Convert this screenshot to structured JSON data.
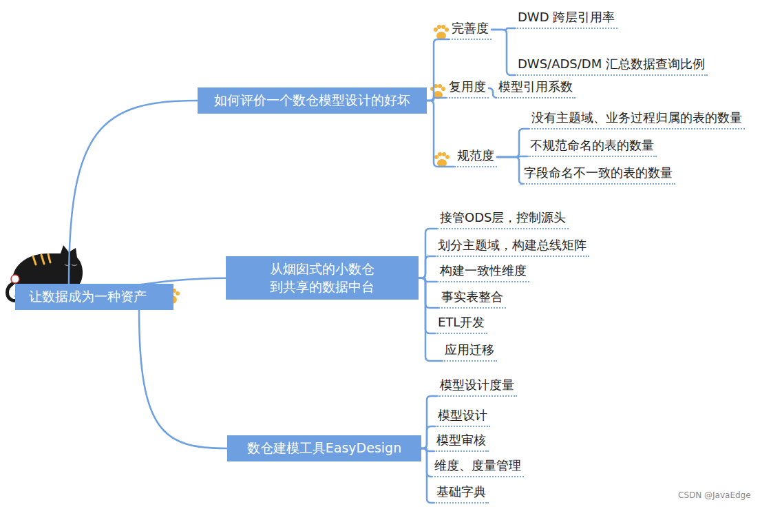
{
  "diagram": {
    "nodes": [
      {
        "text": [
          "让数据成为一种资产"
        ]
      },
      {
        "text": [
          "如何评价一个数仓模型设计的好坏"
        ]
      },
      {
        "text": [
          "完善度"
        ]
      },
      {
        "text": [
          "DWD 跨层引用率"
        ]
      },
      {
        "text": [
          "DWS/ADS/DM 汇总数据查询比例"
        ]
      },
      {
        "text": [
          "复用度"
        ]
      },
      {
        "text": [
          "模型引用系数"
        ]
      },
      {
        "text": [
          "规范度"
        ]
      },
      {
        "text": [
          "没有主题域、业务过程归属的表的数量"
        ]
      },
      {
        "text": [
          "不规范命名的表的数量"
        ]
      },
      {
        "text": [
          "字段命名不一致的表的数量"
        ]
      },
      {
        "text": [
          "从烟囱式的小数仓 到共享的数据中台"
        ]
      },
      {
        "text": [
          "接管ODS层，控制源头"
        ]
      },
      {
        "text": [
          "划分主题域，构建总线矩阵"
        ]
      },
      {
        "text": [
          "构建一致性维度"
        ]
      },
      {
        "text": [
          "事实表整合"
        ]
      },
      {
        "text": [
          "ETL开发"
        ]
      },
      {
        "text": [
          "应用迁移"
        ]
      },
      {
        "text": [
          "数仓建模工具EasyDesign"
        ]
      },
      {
        "text": [
          "模型设计度量"
        ]
      },
      {
        "text": [
          "模型设计"
        ]
      },
      {
        "text": [
          "模型审核"
        ]
      },
      {
        "text": [
          "维度、度量管理"
        ]
      },
      {
        "text": [
          "基础字典"
        ]
      }
    ],
    "edges": [
      {
        "from": 0,
        "to": 1,
        "arrow": "none"
      },
      {
        "from": 0,
        "to": 11,
        "arrow": "none"
      },
      {
        "from": 0,
        "to": 18,
        "arrow": "none"
      },
      {
        "from": 1,
        "to": 2,
        "arrow": "none"
      },
      {
        "from": 1,
        "to": 5,
        "arrow": "none"
      },
      {
        "from": 1,
        "to": 7,
        "arrow": "none"
      },
      {
        "from": 2,
        "to": 3,
        "arrow": "none"
      },
      {
        "from": 2,
        "to": 4,
        "arrow": "none"
      },
      {
        "from": 5,
        "to": 6,
        "arrow": "none"
      },
      {
        "from": 7,
        "to": 8,
        "arrow": "none"
      },
      {
        "from": 7,
        "to": 9,
        "arrow": "none"
      },
      {
        "from": 7,
        "to": 10,
        "arrow": "none"
      },
      {
        "from": 11,
        "to": 12,
        "arrow": "none"
      },
      {
        "from": 11,
        "to": 13,
        "arrow": "none"
      },
      {
        "from": 11,
        "to": 14,
        "arrow": "none"
      },
      {
        "from": 11,
        "to": 15,
        "arrow": "none"
      },
      {
        "from": 11,
        "to": 16,
        "arrow": "none"
      },
      {
        "from": 11,
        "to": 17,
        "arrow": "none"
      },
      {
        "from": 18,
        "to": 19,
        "arrow": "none"
      },
      {
        "from": 18,
        "to": 20,
        "arrow": "none"
      },
      {
        "from": 18,
        "to": 21,
        "arrow": "none"
      },
      {
        "from": 18,
        "to": 22,
        "arrow": "none"
      },
      {
        "from": 18,
        "to": 23,
        "arrow": "none"
      }
    ],
    "labels": [
      "CSDN @JavaEdge"
    ]
  }
}
